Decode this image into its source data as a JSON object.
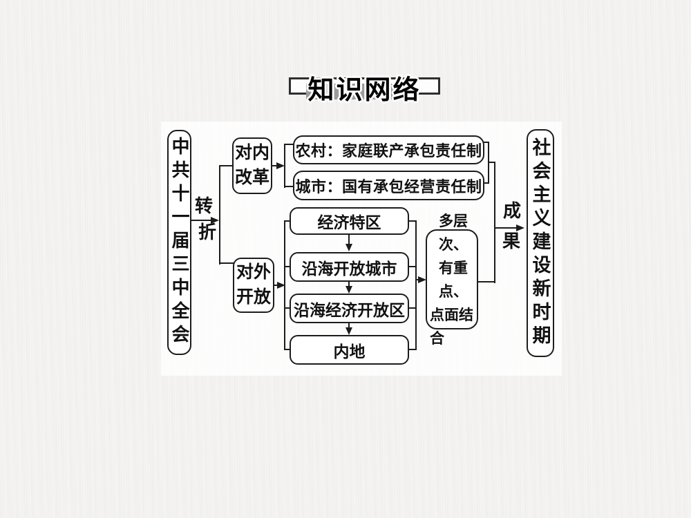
{
  "slide": {
    "title": "知识网络"
  },
  "diagram": {
    "root": {
      "label": "中共十一届三中全会"
    },
    "turn": {
      "top": "转",
      "bottom": "折"
    },
    "internal_reform": {
      "line1": "对内",
      "line2": "改革"
    },
    "rural": {
      "label": "农村：家庭联产承包责任制"
    },
    "urban": {
      "label": "城市：国有承包经营责任制"
    },
    "opening_up": {
      "line1": "对外",
      "line2": "开放"
    },
    "sez": {
      "label": "经济特区"
    },
    "coastal_cities": {
      "label": "沿海开放城市"
    },
    "coastal_zones": {
      "label": "沿海经济开放区"
    },
    "inland": {
      "label": "内地"
    },
    "strategy": {
      "line1": "多层次、",
      "line2": "有重点、",
      "line3": "点面结",
      "line4": "合"
    },
    "outcome": {
      "top": "成",
      "bottom": "果"
    },
    "result": {
      "label": "社会主义建设新时期"
    }
  },
  "colors": {
    "line": "#1c1c1c",
    "banner_gray": "#9b9b9b",
    "node_fill": "#ffffff",
    "background": "#f7f6f4"
  }
}
